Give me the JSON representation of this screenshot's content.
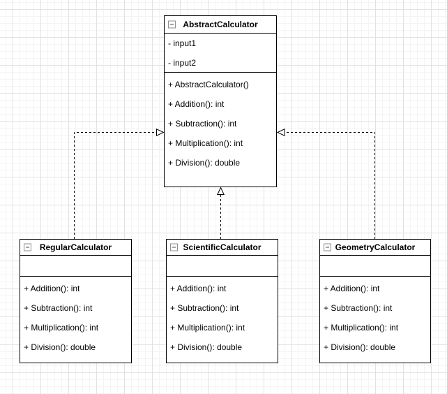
{
  "colors": {
    "stroke": "#000000",
    "box_fill": "#ffffff",
    "grid_minor": "#f4f4f4",
    "grid_major": "#e2e2e2"
  },
  "icons": {
    "collapse": "minus-square-icon"
  },
  "classes": {
    "abstract": {
      "name": "AbstractCalculator",
      "fields": [
        "- input1",
        "- input2"
      ],
      "methods": [
        "+ AbstractCalculator()",
        "+ Addition(): int",
        "+ Subtraction(): int",
        "+ Multiplication(): int",
        "+ Division(): double"
      ]
    },
    "regular": {
      "name": "RegularCalculator",
      "fields": [],
      "methods": [
        "+ Addition(): int",
        "+ Subtraction(): int",
        "+ Multiplication(): int",
        "+ Division(): double"
      ]
    },
    "scientific": {
      "name": "ScientificCalculator",
      "fields": [],
      "methods": [
        "+ Addition(): int",
        "+ Subtraction(): int",
        "+ Multiplication(): int",
        "+ Division(): double"
      ]
    },
    "geometry": {
      "name": "GeometryCalculator",
      "fields": [],
      "methods": [
        "+ Addition(): int",
        "+ Subtraction(): int",
        "+ Multiplication(): int",
        "+ Division(): double"
      ]
    }
  },
  "relationships": [
    {
      "from": "RegularCalculator",
      "to": "AbstractCalculator",
      "style": "dashed",
      "arrowhead": "hollow-triangle"
    },
    {
      "from": "ScientificCalculator",
      "to": "AbstractCalculator",
      "style": "dashed",
      "arrowhead": "hollow-triangle"
    },
    {
      "from": "GeometryCalculator",
      "to": "AbstractCalculator",
      "style": "dashed",
      "arrowhead": "hollow-triangle"
    }
  ]
}
